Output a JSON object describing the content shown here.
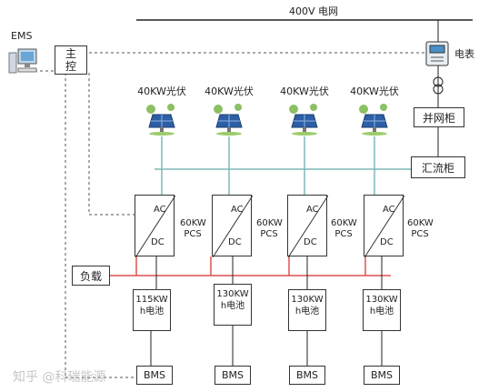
{
  "grid": {
    "label": "400V 电网"
  },
  "ems": {
    "label": "EMS"
  },
  "main_control": {
    "label_line1": "主",
    "label_line2": "控"
  },
  "meter": {
    "label": "电表"
  },
  "grid_cabinet": {
    "label": "并网柜"
  },
  "combiner_cabinet": {
    "label": "汇流柜"
  },
  "load": {
    "label": "负载"
  },
  "pv_units": [
    {
      "label": "40KW光伏"
    },
    {
      "label": "40KW光伏"
    },
    {
      "label": "40KW光伏"
    },
    {
      "label": "40KW光伏"
    }
  ],
  "pcs_units": [
    {
      "ac": "AC",
      "dc": "DC",
      "rating_top": "60KW",
      "rating_bottom": "PCS"
    },
    {
      "ac": "AC",
      "dc": "DC",
      "rating_top": "60KW",
      "rating_bottom": "PCS"
    },
    {
      "ac": "AC",
      "dc": "DC",
      "rating_top": "60KW",
      "rating_bottom": "PCS"
    },
    {
      "ac": "AC",
      "dc": "DC",
      "rating_top": "60KW",
      "rating_bottom": "PCS"
    }
  ],
  "batteries": [
    {
      "line1": "115KW",
      "line2": "h电池"
    },
    {
      "line1": "130KW",
      "line2": "h电池"
    },
    {
      "line1": "130KW",
      "line2": "h电池"
    },
    {
      "line1": "130KW",
      "line2": "h电池"
    }
  ],
  "bms_units": [
    {
      "label": "BMS"
    },
    {
      "label": "BMS"
    },
    {
      "label": "BMS"
    },
    {
      "label": "BMS"
    }
  ],
  "watermark": {
    "text": "知乎 @科瑞能源"
  },
  "colors": {
    "ac_bus": "#7fb7b7",
    "load_line": "#e05050",
    "line": "#333333",
    "dashed": "#555555"
  }
}
